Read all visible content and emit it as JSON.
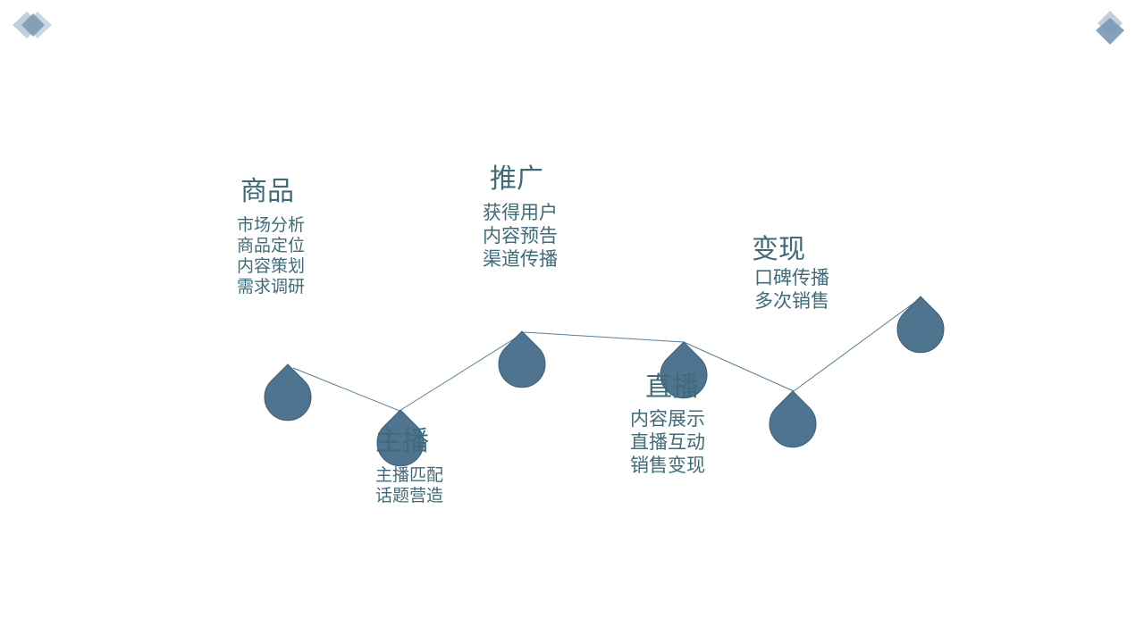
{
  "stages": [
    {
      "title": "商品",
      "items": [
        "市场分析",
        "商品定位",
        "内容策划",
        "需求调研"
      ]
    },
    {
      "title": "主播",
      "items": [
        "主播匹配",
        "话题营造"
      ]
    },
    {
      "title": "推广",
      "items": [
        "获得用户",
        "内容预告",
        "渠道传播"
      ]
    },
    {
      "title": "直播",
      "items": [
        "内容展示",
        "直播互动",
        "销售变现"
      ]
    },
    {
      "title": "变现",
      "items": [
        "口碑传播",
        "多次销售"
      ]
    }
  ],
  "colors": {
    "pin": "#4f7490",
    "pin_stroke": "#3d5f78",
    "line": "#5b7d96",
    "text": "#3f6b78",
    "corner_light": "#c3d0dc",
    "corner_dark": "#7898b2"
  }
}
